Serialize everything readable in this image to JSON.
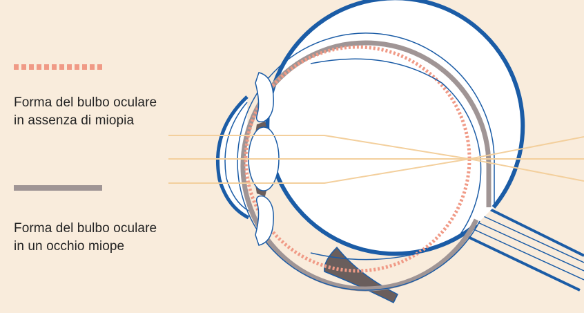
{
  "legend": {
    "normal_shape": {
      "line1": "Forma del bulbo oculare",
      "line2": "in assenza di miopia",
      "style": "dotted",
      "color": "#f09a86"
    },
    "myopic_shape": {
      "line1": "Forma del bulbo oculare",
      "line2": "in un occhio miope",
      "style": "solid",
      "color": "#a09595"
    }
  },
  "colors": {
    "background": "#f9ecdc",
    "outline": "#1b5ca6",
    "eyelid": "#6a5e5c",
    "light_rays": "#f3cf9c",
    "text": "#232323"
  }
}
